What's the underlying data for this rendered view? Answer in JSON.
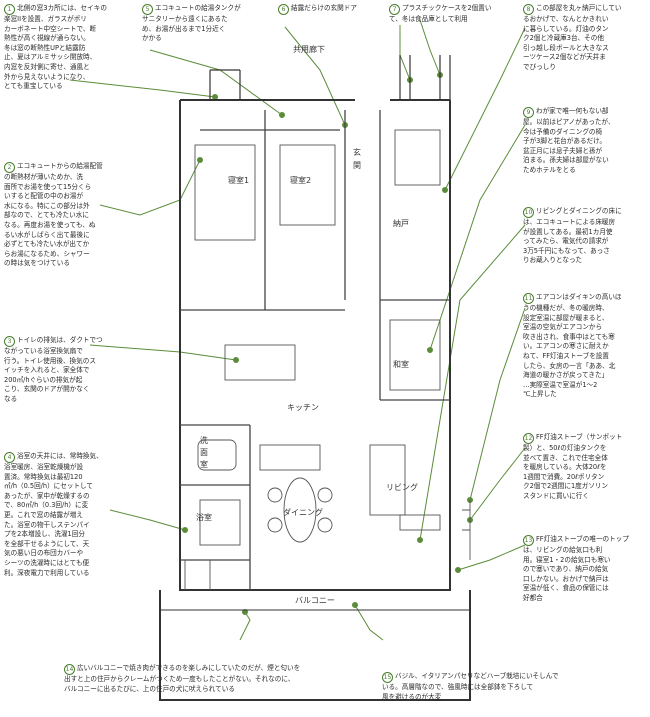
{
  "room_labels": {
    "kyoyo_roka": "共用廊下",
    "genkan": "玄関",
    "shinshitsu1": "寝室1",
    "shinshitsu2": "寝室2",
    "nando": "納戸",
    "washitsu": "和室",
    "kitchen": "キッチン",
    "senmenshitsu": "洗面室",
    "living": "リビング",
    "dining": "ダイニング",
    "yokushitsu": "浴室",
    "balcony": "バルコニー"
  },
  "notes": [
    {
      "num": "1",
      "text": "北側の窓3カ所には、セイキの\n楽窓IIを設置、ガラスがポリ\nカーボネート中空シートで、断\n熱性が高く視線が通らない。\n冬は窓の断熱性UPと結露防\n止、夏はアルミサッシ開放時、\n内窓を反対側に寄せ、通風と\n外から見えないようになり、\nとても重宝している"
    },
    {
      "num": "2",
      "text": "エコキュートからの給湯配管\nの断熱材が薄いためか、洗\n面所でお湯を使って15分くら\nいすると配管の中のお湯が\n水になる。特にこの部分は外\n部なので、とても冷たい水に\nなる。再度お湯を使っても、ぬ\nるい水がしばらく出て最後に\n必ずとても冷たい水が出てか\nらお湯になるため、シャワー\nの時は気をつけている"
    },
    {
      "num": "3",
      "text": "トイレの排気は、ダクトでつ\nながっている浴室換気扇で\n行う。トイレ使用後、換気のス\nイッチを入れると、家全体で\n200㎥/hぐらいの排気が起\nこり、玄関のドアが開かなく\nなる"
    },
    {
      "num": "4",
      "text": "浴室の天井には、常時換気、\n浴室暖房、浴室乾燥機が設\n置済。常時換気は最初120\n㎥/h（0.5回/h）にセットして\nあったが、家中が乾燥するの\nで、80㎥/h（0.3回/h）に変\n更。これで窓の結露が増え\nた。浴室の物干しステンパイ\nプを2本増設し、洗濯1回分\nを全部干せるようにして、天\n気の悪い日の布団カバーや\nシーツの洗濯時にはとても便\n利。深夜電力で利用している"
    },
    {
      "num": "5",
      "text": "エコキュートの給湯タンクが\nサニタリーから遠くにあるた\nめ、お湯が出るまで1分近く\nかかる"
    },
    {
      "num": "6",
      "text": "結露だらけの玄関ドア"
    },
    {
      "num": "7",
      "text": "プラスチックケースを2個置い\nて、冬は食品庫として利用"
    },
    {
      "num": "8",
      "text": "この部屋を丸ヶ納戸にしてい\nるおかげで、なんとかきれい\nに暮らしている。灯油のタン\nク2個と冷蔵庫3台、その他\n引っ越し段ボールと大きなス\nーツケース2個などが天井ま\nでびっしり"
    },
    {
      "num": "9",
      "text": "わが家で唯一何もない部\n屋。以前はピアノがあったが、\n今は予備のダイニングの椅\n子が3脚と花台があるだけ。\n盆正月には息子夫婦と孫が\n泊まる。孫夫婦は部屋がない\nためホテルをとる"
    },
    {
      "num": "10",
      "text": "リビングとダイニングの床に\nは、エコキュートによる床暖房\nが設置してある。最初1カ月使\nってみたら、電気代の請求が\n3万5千円にもなって、あっさ\nりお蔵入りとなった"
    },
    {
      "num": "11",
      "text": "エアコンはダイキンの高いほ\nうの機種だが、冬の暖房時、\n設定室温に部屋が暖まると、\n室温の空気がエアコンから\n吹き出され、食事中はとても寒\nい。エアコンの寒さに耐えか\nねて、FF灯油ストーブを設置\nしたら、女房の一言「ああ、北\n海道の暖かさが戻ってきた」\n…実際室温で室温が1～2\n℃上昇した"
    },
    {
      "num": "12",
      "text": "FF灯油ストーブ（サンポット\n製）と、50ℓの灯油タンクを\n並べて置き、これで住宅全体\nを暖房している。大体20ℓを\n1週間で消費。20ℓポリタン\nク2個で2週間に1度ガソリン\nスタンドに買いに行く"
    },
    {
      "num": "13",
      "text": "FF灯油ストーブの唯一のトップ\nは、リビングの給気口も利\n用。寝室1・2の給気口も寒い\nので塞いであり、納戸の給気\n口しかない。おかげで納戸は\n室温が低く、食品の保管には\n好都合"
    },
    {
      "num": "14",
      "text": "広いバルコニーで焼き肉ができるのを楽しみにしていたのだが、煙と匂いを\n出すと上の住戸からクレームがつくため一度もしたことがない。それなのに、\nバルコニーに出るたびに、上の住戸の犬に吠えられている"
    },
    {
      "num": "15",
      "text": "バジル、イタリアンパセリなどハーブ栽培にいそしんで\nいる。高層階なので、強風時には全部鉢を下ろして\n風を避けるのが大変"
    }
  ]
}
